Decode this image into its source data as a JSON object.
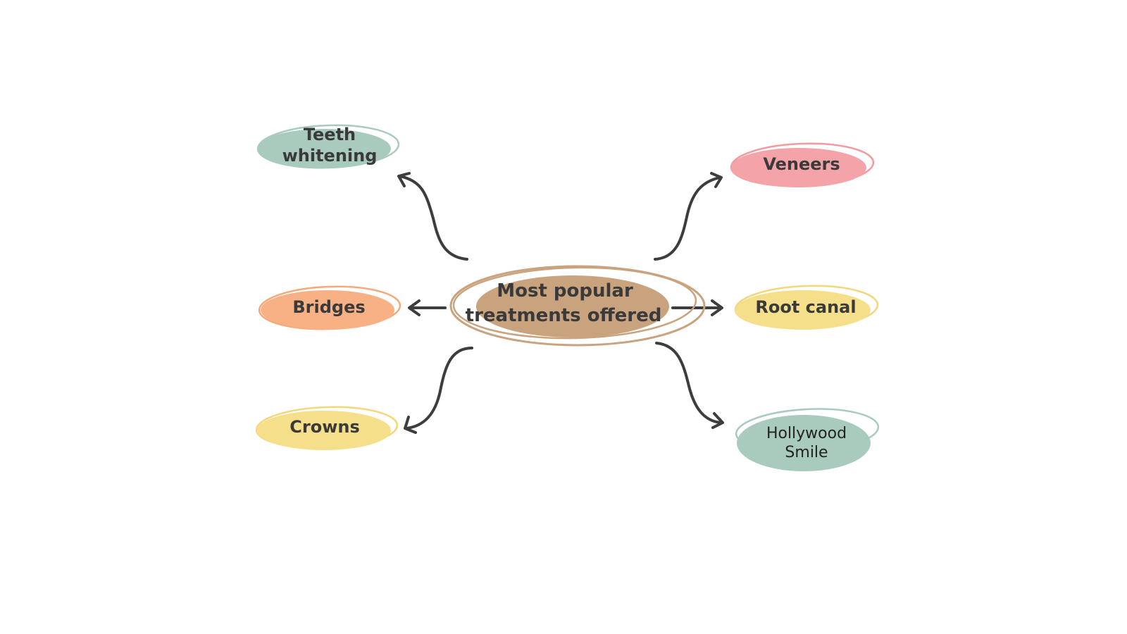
{
  "center": {
    "line1": "Most popular",
    "line2": "treatments offered",
    "color": "#c9a27e",
    "ring_color": "#c9a27e"
  },
  "nodes": [
    {
      "id": "teeth-whitening",
      "line1": "Teeth",
      "line2": "whitening",
      "color": "#a9cbbd",
      "ring_color": "#a9cbbd"
    },
    {
      "id": "bridges",
      "line1": "Bridges",
      "line2": "",
      "color": "#f7b184",
      "ring_color": "#f5a97a"
    },
    {
      "id": "crowns",
      "line1": "Crowns",
      "line2": "",
      "color": "#f6df8a",
      "ring_color": "#f3d77a"
    },
    {
      "id": "veneers",
      "line1": "Veneers",
      "line2": "",
      "color": "#f4a3a8",
      "ring_color": "#f29aa0"
    },
    {
      "id": "root-canal",
      "line1": "Root canal",
      "line2": "",
      "color": "#f6df8a",
      "ring_color": "#f3d77a"
    },
    {
      "id": "hollywood-smile",
      "line1": "Hollywood",
      "line2": "Smile",
      "color": "#a9cbbd",
      "ring_color": "#a9cbbd"
    }
  ],
  "arrow_color": "#3d3d3d"
}
